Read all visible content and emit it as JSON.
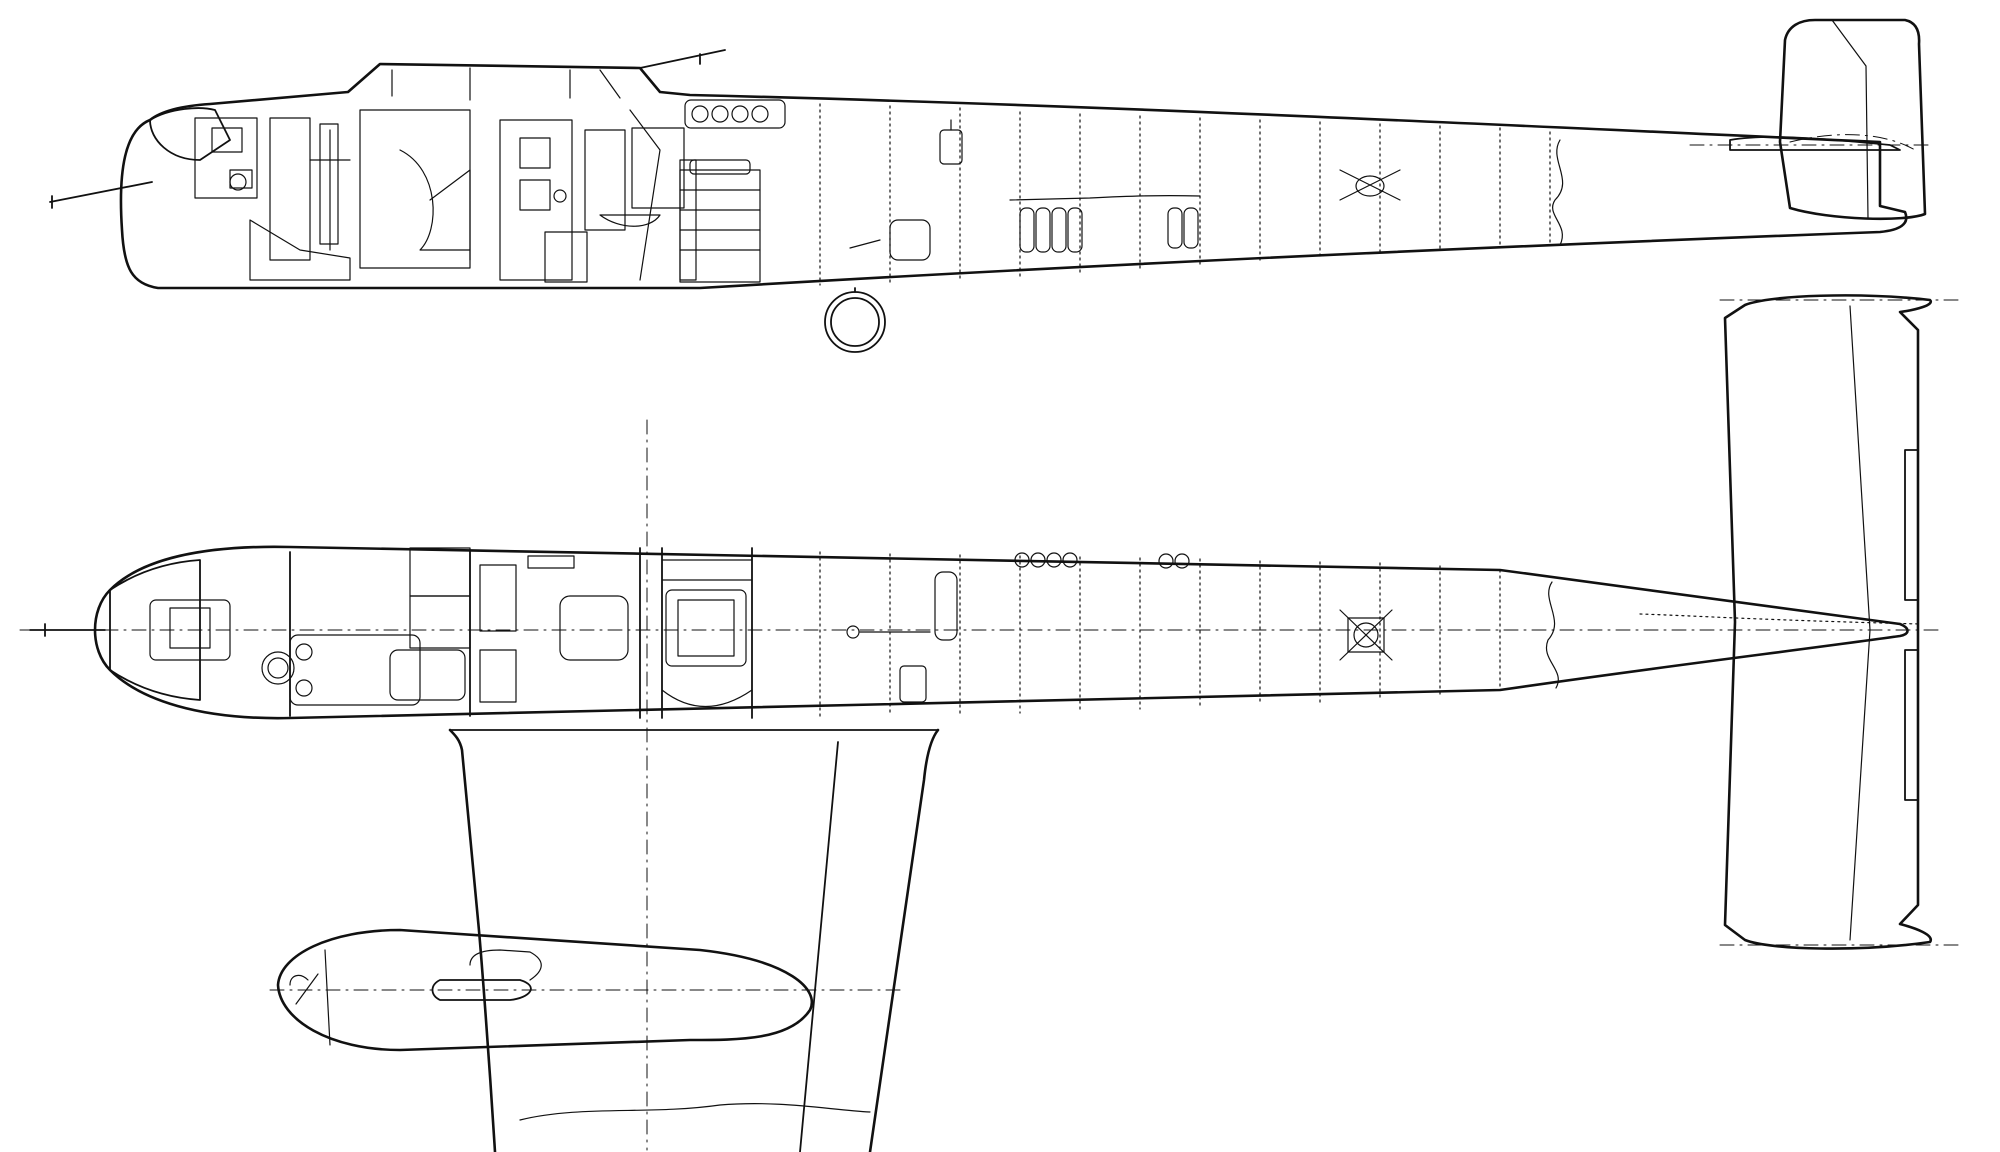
{
  "drawing": {
    "ink": "#111111",
    "paper": "#ffffff",
    "views": [
      "side-view",
      "top-view",
      "tailplane-top-view",
      "wing-with-nacelle"
    ]
  }
}
